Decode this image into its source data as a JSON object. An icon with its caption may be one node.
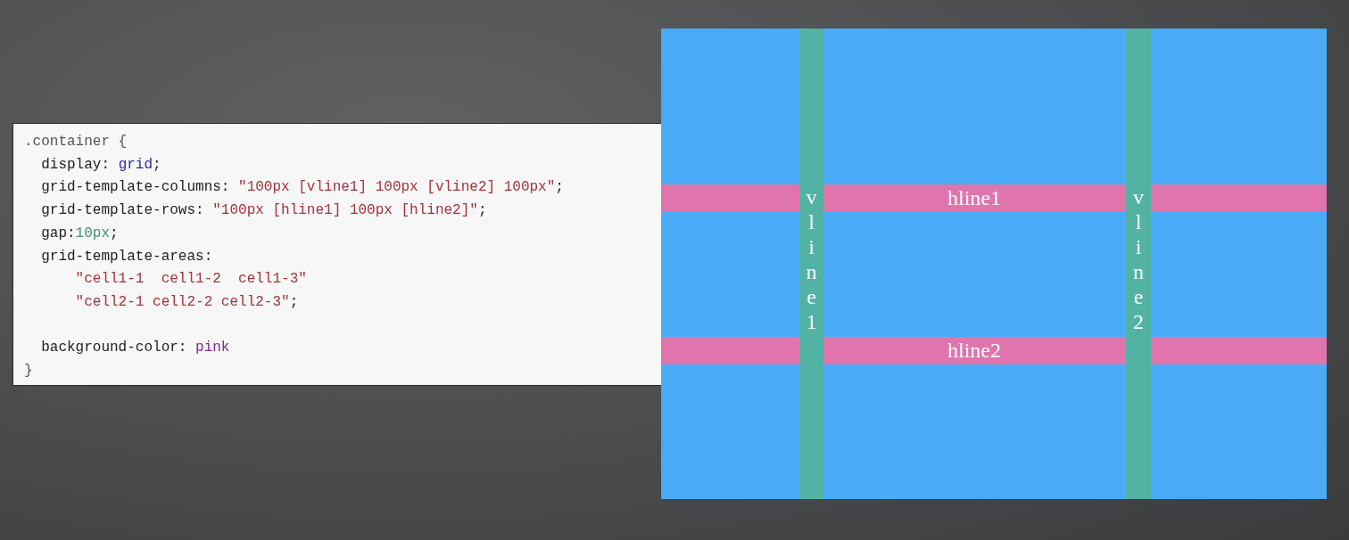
{
  "diagram": {
    "nodes": [
      {
        "text": [
          ".container {",
          "display: grid;",
          "grid-template-columns: \"100px [vline1] 100px [vline2] 100px\";",
          "grid-template-rows: \"100px [hline1] 100px [hline2]\";",
          "gap:10px;",
          "grid-template-areas:",
          "\"cell1-1  cell1-2  cell1-3\"",
          "\"cell2-1 cell2-2 cell2-3\";",
          "background-color: pink",
          "}"
        ]
      },
      {
        "text": [],
        "shape": "box"
      },
      {
        "text": [
          "vline1"
        ],
        "in": 1
      },
      {
        "text": [
          "vline2"
        ],
        "in": 1
      },
      {
        "text": [
          "hline1"
        ],
        "in": 1
      },
      {
        "text": [
          "hline2"
        ],
        "in": 1
      }
    ]
  }
}
